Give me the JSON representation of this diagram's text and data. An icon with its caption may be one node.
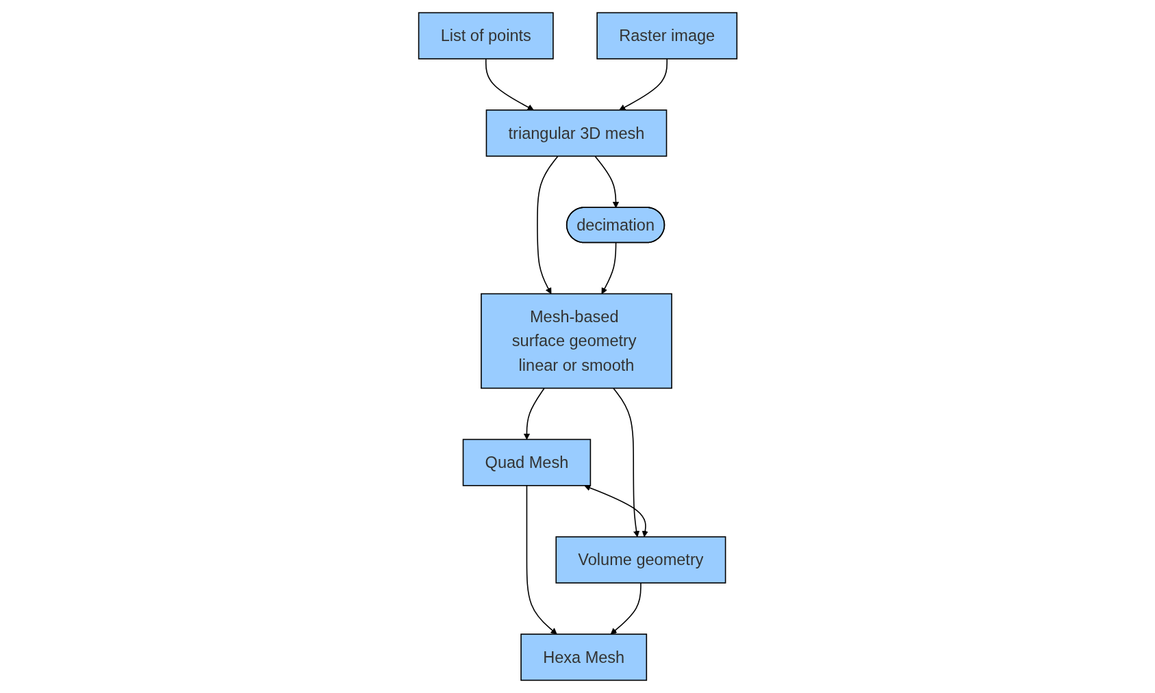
{
  "diagram": {
    "nodes": [
      {
        "text": [
          "List of points"
        ]
      },
      {
        "text": [
          "Raster image"
        ]
      },
      {
        "text": [
          "triangular 3D mesh"
        ]
      },
      {
        "text": [
          "decimation"
        ]
      },
      {
        "text": [
          "Mesh-based surface geometry linear or smooth"
        ]
      },
      {
        "text": [
          "Quad Mesh"
        ]
      },
      {
        "text": [
          "Volume geometry"
        ]
      },
      {
        "text": [
          "Hexa Mesh"
        ]
      }
    ],
    "edges": [
      {
        "from": 0,
        "to": 2,
        "arrow": "to"
      },
      {
        "from": 1,
        "to": 2,
        "arrow": "to"
      },
      {
        "from": 2,
        "to": 3,
        "arrow": "to"
      },
      {
        "from": 2,
        "to": 4,
        "arrow": "to"
      },
      {
        "from": 3,
        "to": 4,
        "arrow": "to"
      },
      {
        "from": 4,
        "to": 5,
        "arrow": "to"
      },
      {
        "from": 4,
        "to": 6,
        "arrow": "to"
      },
      {
        "from": 5,
        "to": 6,
        "arrow": "both"
      },
      {
        "from": 5,
        "to": 7,
        "arrow": "to"
      },
      {
        "from": 6,
        "to": 7,
        "arrow": "to"
      }
    ]
  }
}
